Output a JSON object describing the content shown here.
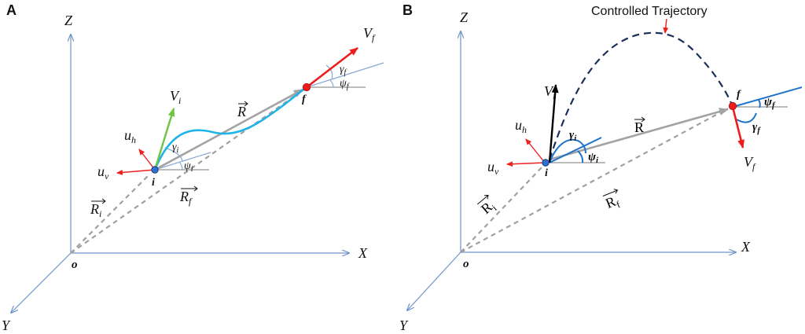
{
  "panels": [
    {
      "label": "A",
      "axes": {
        "x": "X",
        "y": "Y",
        "z": "Z",
        "origin": "o"
      },
      "points": {
        "initial": "i",
        "final": "f"
      },
      "vectors": {
        "R": "R",
        "Ri": "R",
        "Ri_sub": "i",
        "Rf": "R",
        "Rf_sub": "f"
      },
      "velocities": {
        "Vi": "V",
        "Vi_sub": "i",
        "Vf": "V",
        "Vf_sub": "f"
      },
      "angles": {
        "gamma": "γ",
        "psi": "ψ",
        "i_sub": "i",
        "f_sub": "f"
      },
      "controls": {
        "uh": "u",
        "uh_sub": "h",
        "uv": "u",
        "uv_sub": "v"
      },
      "colors": {
        "trajectory": "#1eb4e6",
        "Vi": "#6cc644",
        "Vf": "#ee1c1c"
      }
    },
    {
      "label": "B",
      "axes": {
        "x": "X",
        "y": "Y",
        "z": "Z",
        "origin": "o"
      },
      "points": {
        "initial": "i",
        "final": "f"
      },
      "vectors": {
        "R": "R",
        "Ri": "R",
        "Ri_sub": "i",
        "Rf": "R",
        "Rf_sub": "f"
      },
      "velocities": {
        "Vi": "V",
        "Vi_sub": "i",
        "Vf": "V",
        "Vf_sub": "f"
      },
      "angles": {
        "gamma": "γ",
        "psi": "ψ",
        "i_sub": "i",
        "f_sub": "f"
      },
      "controls": {
        "uh": "u",
        "uh_sub": "h",
        "uv": "u",
        "uv_sub": "v"
      },
      "annotation": "Controlled Trajectory",
      "colors": {
        "trajectory": "#1a2f5a",
        "Vi": "#000000",
        "Vf": "#ee1c1c"
      }
    }
  ]
}
